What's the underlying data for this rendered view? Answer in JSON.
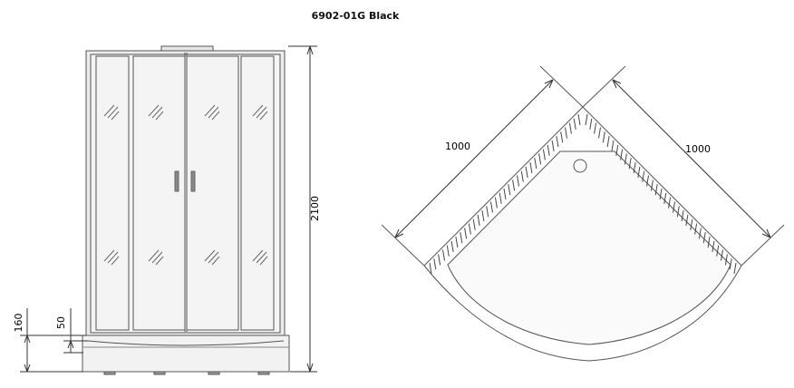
{
  "title": "6902-01G Black",
  "front_view": {
    "height_label": "2100",
    "tray_height_label": "160",
    "step_label": "50"
  },
  "plan_view": {
    "left_side_label": "1000",
    "right_side_label": "1000"
  },
  "colors": {
    "line": "#555555",
    "dark_line": "#222222",
    "frame_fill": "#dcdcdc",
    "glass_fill": "#f4f4f4",
    "handle": "#777777",
    "background": "#ffffff"
  }
}
